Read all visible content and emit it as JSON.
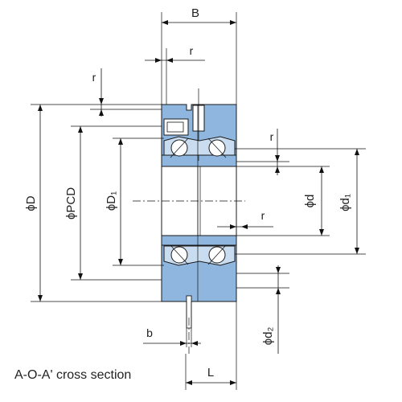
{
  "labels": {
    "B": "B",
    "r_top": "r",
    "r_left": "r",
    "r_right_upper": "r",
    "r_right_lower": "r",
    "phi_D": "ϕD",
    "phi_PCD": "ϕPCD",
    "phi_D1": "ϕD₁",
    "phi_d": "ϕd",
    "phi_d1": "ϕd₁",
    "phi_d2": "ϕd₂",
    "b": "b",
    "L": "L"
  },
  "caption": "A-O-A' cross section",
  "colors": {
    "part_fill": "#8fb6df",
    "part_fill_light": "#c9dcf0",
    "slot_fill": "#ffffff",
    "ball_fill": "#ffffff",
    "line": "#111111"
  }
}
